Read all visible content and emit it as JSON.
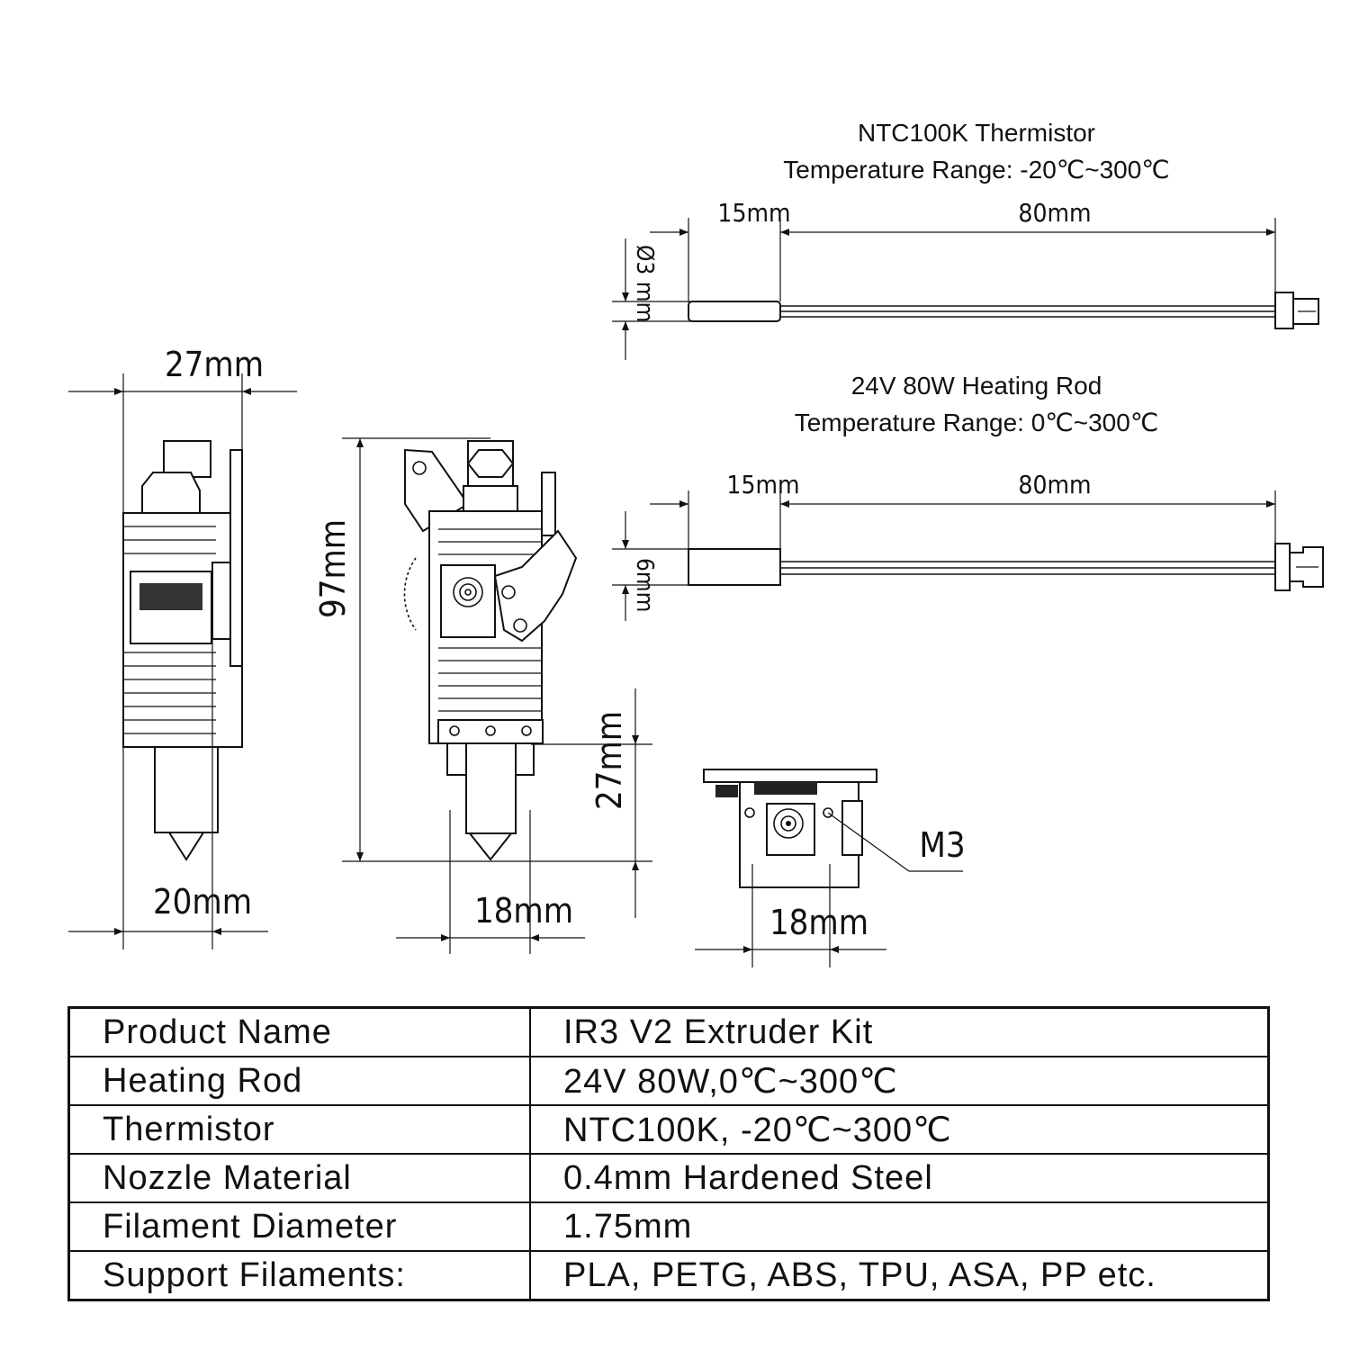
{
  "thermistor": {
    "title": "NTC100K Thermistor",
    "range": "Temperature Range: -20℃~300℃",
    "dim_tip": "15mm",
    "dim_length": "80mm",
    "dim_diameter": "Ø3 mm"
  },
  "heating_rod": {
    "title": "24V 80W Heating Rod",
    "range": "Temperature Range: 0℃~300℃",
    "dim_tip": "15mm",
    "dim_length": "80mm",
    "dim_diameter": "6mm"
  },
  "views": {
    "side_width": "27mm",
    "side_bottom": "20mm",
    "front_height": "97mm",
    "front_lower": "27mm",
    "front_bottom": "18mm",
    "bottom_width": "18mm",
    "bottom_screw": "M3"
  },
  "spec_table": [
    {
      "key": "Product Name",
      "value": "IR3 V2 Extruder Kit"
    },
    {
      "key": "Heating Rod",
      "value": "24V 80W,0℃~300℃"
    },
    {
      "key": "Thermistor",
      "value": "NTC100K, -20℃~300℃"
    },
    {
      "key": "Nozzle Material",
      "value": "0.4mm Hardened Steel"
    },
    {
      "key": "Filament Diameter",
      "value": "1.75mm"
    },
    {
      "key": "Support Filaments:",
      "value": "PLA, PETG, ABS, TPU, ASA, PP etc."
    }
  ]
}
